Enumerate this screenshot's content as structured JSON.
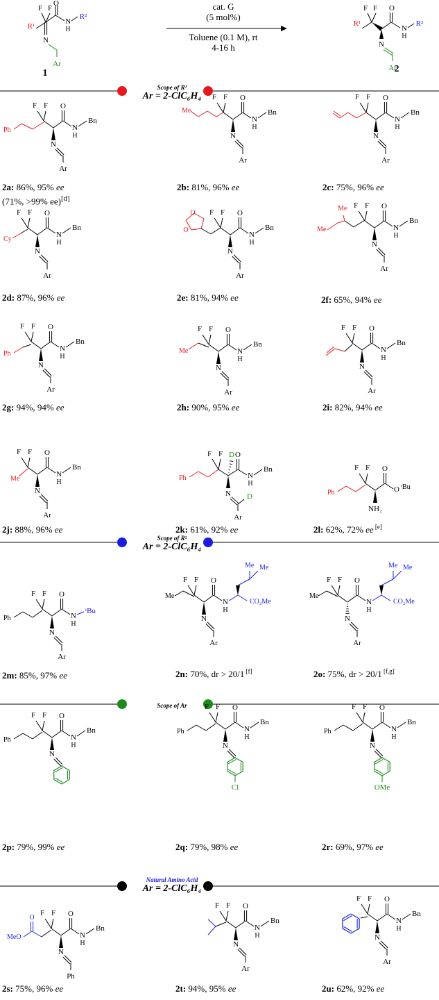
{
  "reaction": {
    "catalyst": "cat. G",
    "loading": "(5 mol%)",
    "solvent": "Toluene (0.1 M),  rt",
    "time": "4-16 h",
    "start_label": "1",
    "product_label": "2"
  },
  "sections": [
    {
      "title": "Scope of R¹",
      "subtitle": "Ar = 2-ClC₆H₄",
      "color": "#e8181e"
    },
    {
      "title": "Scope of R²",
      "subtitle": "Ar = 2-ClC₆H₄",
      "color": "#1a1de0"
    },
    {
      "title": "Scope of  Ar",
      "subtitle": "",
      "color": "#1e8a1e"
    },
    {
      "title": "Natural Amino Acid",
      "subtitle": "Ar = 2-ClC₆H₄",
      "color": "#000000",
      "title_color": "#1a1de0"
    }
  ],
  "compounds": [
    {
      "id": "2a",
      "yield": "86%",
      "sel": "95%",
      "unit": "ee",
      "note": "",
      "extra": "(71%, >99% ee)",
      "extra_note": "[d]"
    },
    {
      "id": "2b",
      "yield": "81%",
      "sel": "96%",
      "unit": "ee",
      "note": ""
    },
    {
      "id": "2c",
      "yield": "75%",
      "sel": "96%",
      "unit": "ee",
      "note": ""
    },
    {
      "id": "2d",
      "yield": "87%",
      "sel": "96%",
      "unit": "ee",
      "note": ""
    },
    {
      "id": "2e",
      "yield": "81%",
      "sel": "94%",
      "unit": "ee",
      "note": ""
    },
    {
      "id": "2f",
      "yield": "65%",
      "sel": "94%",
      "unit": "ee",
      "note": ""
    },
    {
      "id": "2g",
      "yield": "94%",
      "sel": "94%",
      "unit": "ee",
      "note": ""
    },
    {
      "id": "2h",
      "yield": "90%",
      "sel": "95%",
      "unit": "ee",
      "note": ""
    },
    {
      "id": "2i",
      "yield": "82%",
      "sel": "94%",
      "unit": "ee",
      "note": ""
    },
    {
      "id": "2j",
      "yield": "88%",
      "sel": "96%",
      "unit": "ee",
      "note": ""
    },
    {
      "id": "2k",
      "yield": "61%",
      "sel": "92%",
      "unit": "ee",
      "note": ""
    },
    {
      "id": "2l",
      "yield": "62%",
      "sel": "72%",
      "unit": "ee",
      "note": "[e]"
    },
    {
      "id": "2m",
      "yield": "85%",
      "sel": "97%",
      "unit": "ee",
      "note": ""
    },
    {
      "id": "2n",
      "yield": "70%",
      "sel": "dr > 20/1",
      "unit": "",
      "note": "[f]"
    },
    {
      "id": "2o",
      "yield": "75%",
      "sel": "dr > 20/1",
      "unit": "",
      "note": "[f,g]"
    },
    {
      "id": "2p",
      "yield": "79%",
      "sel": "99%",
      "unit": "ee",
      "note": ""
    },
    {
      "id": "2q",
      "yield": "79%",
      "sel": "98%",
      "unit": "ee",
      "note": ""
    },
    {
      "id": "2r",
      "yield": "69%",
      "sel": "97%",
      "unit": "ee",
      "note": ""
    },
    {
      "id": "2s",
      "yield": "75%",
      "sel": "96%",
      "unit": "ee",
      "note": ""
    },
    {
      "id": "2t",
      "yield": "94%",
      "sel": "95%",
      "unit": "ee",
      "note": ""
    },
    {
      "id": "2u",
      "yield": "62%",
      "sel": "92%",
      "unit": "ee",
      "note": ""
    }
  ],
  "atoms": {
    "F": "F",
    "O": "O",
    "N": "N",
    "H": "H",
    "D": "D",
    "Bn": "Bn",
    "Ar": "Ar",
    "Ph": "Ph",
    "Me": "Me",
    "Cy": "Cy",
    "Cl": "Cl",
    "OMe": "OMe",
    "tBu": "ᵗBu",
    "Otbu": "OᵗBu",
    "NH2": "NH₂",
    "CO2Me": "CO₂Me",
    "MeO": "MeO",
    "R1": "R¹",
    "R2": "R²"
  },
  "colors": {
    "r1": "#e8181e",
    "r2": "#1a1de0",
    "ar": "#1e8a1e",
    "deuterium": "#1e8a1e",
    "aa": "#1a1de0"
  }
}
